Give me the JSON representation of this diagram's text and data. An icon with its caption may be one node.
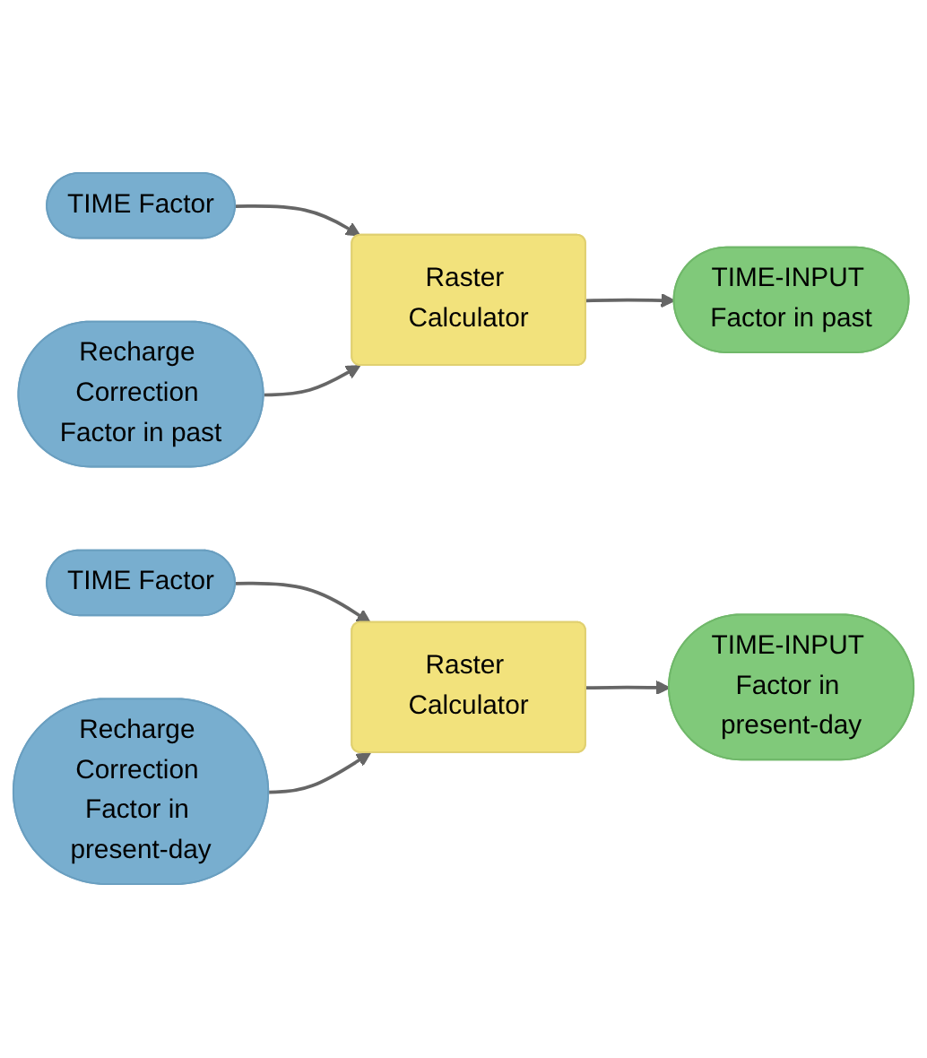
{
  "diagram": {
    "nodes": [
      {
        "text": [
          "TIME Factor"
        ]
      },
      {
        "text": [
          "Raster Calculator"
        ]
      },
      {
        "text": [
          "TIME-INPUT Factor in past"
        ]
      },
      {
        "text": [
          "Recharge Correction Factor in past"
        ]
      },
      {
        "text": [
          "TIME Factor"
        ]
      },
      {
        "text": [
          "Raster Calculator"
        ]
      },
      {
        "text": [
          "TIME-INPUT Factor in present-day"
        ]
      },
      {
        "text": [
          "Recharge Correction Factor in present-day"
        ]
      }
    ],
    "edges": [
      {
        "from": 0,
        "to": 1,
        "arrow": "to"
      },
      {
        "from": 3,
        "to": 1,
        "arrow": "to"
      },
      {
        "from": 1,
        "to": 2,
        "arrow": "to"
      },
      {
        "from": 4,
        "to": 5,
        "arrow": "to"
      },
      {
        "from": 7,
        "to": 5,
        "arrow": "to"
      },
      {
        "from": 5,
        "to": 6,
        "arrow": "to"
      }
    ]
  }
}
